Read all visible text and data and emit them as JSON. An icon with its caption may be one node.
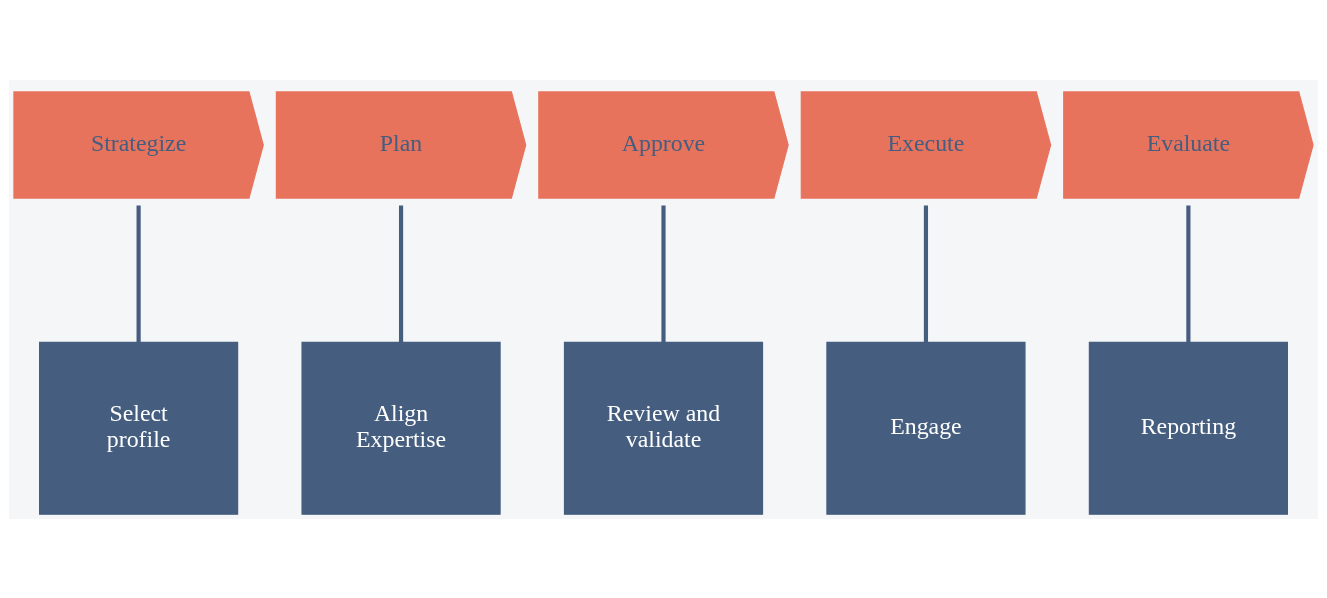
{
  "diagram": {
    "nodes": [
      {
        "text": [
          "Strategize"
        ]
      },
      {
        "text": [
          "Plan"
        ]
      },
      {
        "text": [
          "Approve"
        ]
      },
      {
        "text": [
          "Execute"
        ]
      },
      {
        "text": [
          "Evaluate"
        ]
      },
      {
        "text": [
          "Select profile"
        ]
      },
      {
        "text": [
          "Align Expertise"
        ]
      },
      {
        "text": [
          "Review and validate"
        ]
      },
      {
        "text": [
          "Engage"
        ]
      },
      {
        "text": [
          "Reporting"
        ]
      }
    ],
    "edges": [
      {
        "from": 0,
        "to": 5,
        "arrow": "none"
      },
      {
        "from": 1,
        "to": 6,
        "arrow": "none"
      },
      {
        "from": 2,
        "to": 7,
        "arrow": "none"
      },
      {
        "from": 3,
        "to": 8,
        "arrow": "none"
      },
      {
        "from": 4,
        "to": 9,
        "arrow": "none"
      }
    ]
  }
}
